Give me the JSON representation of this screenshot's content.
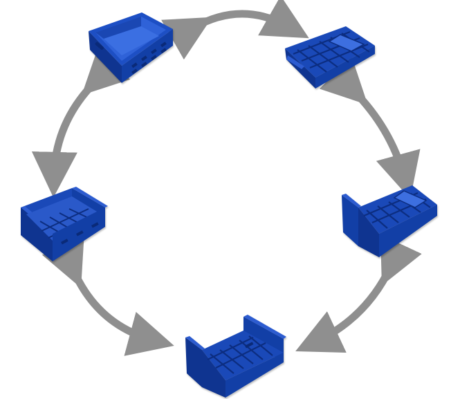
{
  "figure": {
    "kind": "folding-crate-cycle",
    "colors": {
      "background": "#ffffff",
      "arrow": "#8f8f8f",
      "crate_dark": "#0b2a7a",
      "crate_mid": "#1a49b8",
      "crate_light": "#3d6fe0",
      "crate_inner": "#2a59c9"
    },
    "crates": [
      {
        "id": "open",
        "state": "fully assembled crate"
      },
      {
        "id": "flat-folded",
        "state": "fully folded flat"
      },
      {
        "id": "one-side-up",
        "state": "one long side raised"
      },
      {
        "id": "two-sides-up",
        "state": "two long sides raised"
      },
      {
        "id": "three-sides-up",
        "state": "three sides raised"
      }
    ],
    "arrows": [
      {
        "id": "top",
        "between": [
          "open",
          "flat-folded"
        ],
        "bidirectional": true
      },
      {
        "id": "right-upper",
        "between": [
          "flat-folded",
          "one-side-up"
        ],
        "bidirectional": true
      },
      {
        "id": "right-lower",
        "between": [
          "one-side-up",
          "two-sides-up"
        ],
        "bidirectional": true
      },
      {
        "id": "left-lower",
        "between": [
          "two-sides-up",
          "three-sides-up"
        ],
        "bidirectional": true
      },
      {
        "id": "left-upper",
        "between": [
          "three-sides-up",
          "open"
        ],
        "bidirectional": true
      }
    ]
  }
}
